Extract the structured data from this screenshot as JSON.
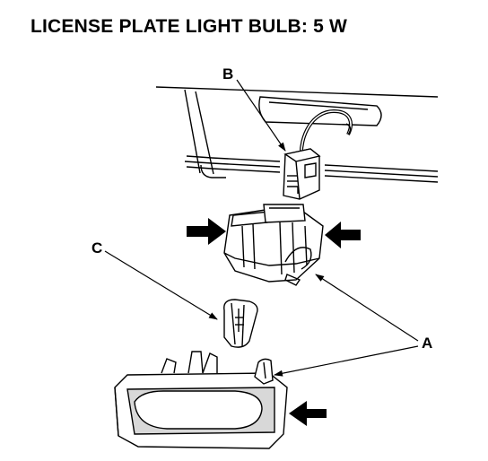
{
  "title": "LICENSE PLATE LIGHT BULB: 5 W",
  "callouts": {
    "a": "A",
    "b": "B",
    "c": "C"
  },
  "colors": {
    "ink": "#000000",
    "paper": "#ffffff",
    "shade": "#d8d8d8"
  },
  "icons": [
    "arrow-icon"
  ]
}
